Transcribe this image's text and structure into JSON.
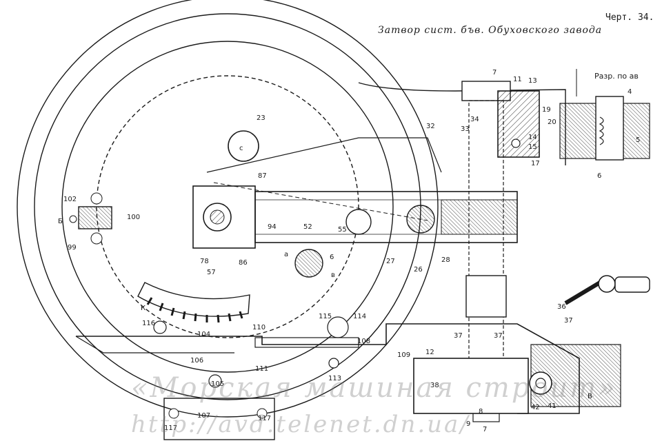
{
  "sheet_number": "Черт. 34.",
  "title": "Затвор сист. бъв. Обуховского завода",
  "section_label": "Разр. по ав",
  "watermark": {
    "line1": "«Морская машиная строит»",
    "line2": "http://avd.telenet.dn.ua/"
  },
  "labels": [
    {
      "id": "c",
      "text": "c"
    },
    {
      "id": "23",
      "text": "23"
    },
    {
      "id": "7t",
      "text": "7"
    },
    {
      "id": "11",
      "text": "11"
    },
    {
      "id": "13",
      "text": "13"
    },
    {
      "id": "19",
      "text": "19"
    },
    {
      "id": "20",
      "text": "20"
    },
    {
      "id": "14",
      "text": "14"
    },
    {
      "id": "15",
      "text": "15"
    },
    {
      "id": "17",
      "text": "17"
    },
    {
      "id": "34",
      "text": "34"
    },
    {
      "id": "33",
      "text": "33"
    },
    {
      "id": "32",
      "text": "32"
    },
    {
      "id": "4",
      "text": "4"
    },
    {
      "id": "5",
      "text": "5"
    },
    {
      "id": "6r",
      "text": "6"
    },
    {
      "id": "87",
      "text": "87"
    },
    {
      "id": "94",
      "text": "94"
    },
    {
      "id": "52",
      "text": "52"
    },
    {
      "id": "55",
      "text": "55"
    },
    {
      "id": "27",
      "text": "27"
    },
    {
      "id": "26",
      "text": "26"
    },
    {
      "id": "28",
      "text": "28"
    },
    {
      "id": "78",
      "text": "78"
    },
    {
      "id": "57",
      "text": "57"
    },
    {
      "id": "86",
      "text": "86"
    },
    {
      "id": "a",
      "text": "a"
    },
    {
      "id": "6",
      "text": "6"
    },
    {
      "id": "b",
      "text": "в"
    },
    {
      "id": "102",
      "text": "102"
    },
    {
      "id": "B",
      "text": "Б"
    },
    {
      "id": "100",
      "text": "100"
    },
    {
      "id": "99",
      "text": "99"
    },
    {
      "id": "K",
      "text": "К"
    },
    {
      "id": "116",
      "text": "116"
    },
    {
      "id": "104",
      "text": "104"
    },
    {
      "id": "110",
      "text": "110"
    },
    {
      "id": "115",
      "text": "115"
    },
    {
      "id": "114",
      "text": "114"
    },
    {
      "id": "108",
      "text": "108"
    },
    {
      "id": "106",
      "text": "106"
    },
    {
      "id": "111",
      "text": "111"
    },
    {
      "id": "113",
      "text": "113"
    },
    {
      "id": "105",
      "text": "105"
    },
    {
      "id": "107",
      "text": "107"
    },
    {
      "id": "117a",
      "text": "117"
    },
    {
      "id": "117b",
      "text": "117"
    },
    {
      "id": "109",
      "text": "109"
    },
    {
      "id": "12",
      "text": "12"
    },
    {
      "id": "37a",
      "text": "37"
    },
    {
      "id": "37b",
      "text": "37"
    },
    {
      "id": "36",
      "text": "36"
    },
    {
      "id": "37c",
      "text": "37"
    },
    {
      "id": "38",
      "text": "38"
    },
    {
      "id": "42",
      "text": "42"
    },
    {
      "id": "41",
      "text": "41"
    },
    {
      "id": "Bv",
      "text": "В"
    },
    {
      "id": "8",
      "text": "8"
    },
    {
      "id": "9",
      "text": "9"
    },
    {
      "id": "7b",
      "text": "7"
    }
  ]
}
